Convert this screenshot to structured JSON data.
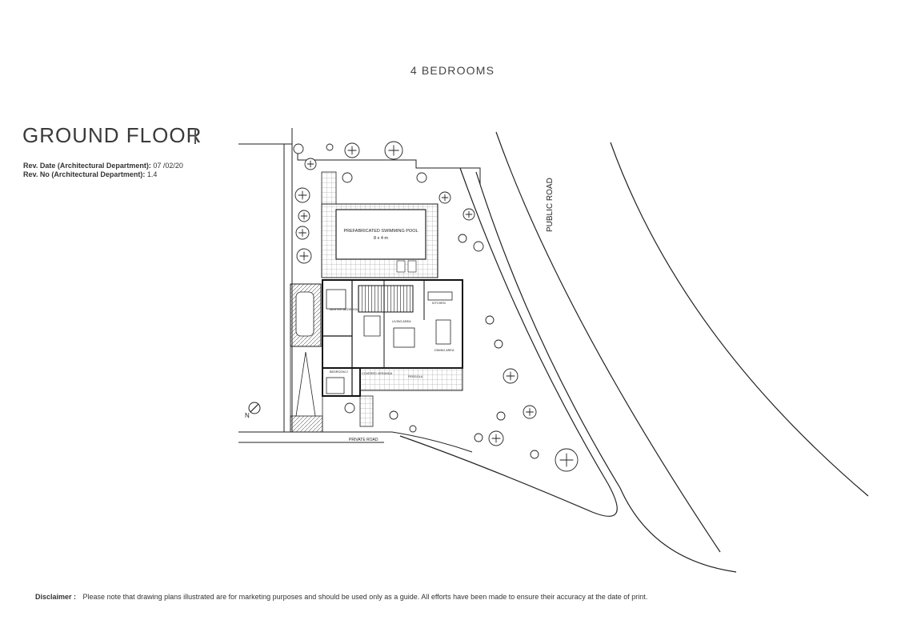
{
  "header": {
    "subtitle": "4 BEDROOMS",
    "title": "GROUND FLOOR"
  },
  "revision": {
    "date_label": "Rev. Date (Architectural Department):",
    "date_value": "07 /02/20",
    "no_label": "Rev. No (Architectural Department):",
    "no_value": "1.4"
  },
  "plan": {
    "public_road": "PUBLIC ROAD",
    "private_road": "PRIVATE ROAD",
    "pool_title": "PREFABRICATED SWIMMING POOL",
    "pool_size": "8 x 4 m",
    "rooms": {
      "master_bedroom": "MASTER BEDROOM",
      "bedroom_2": "BEDROOM 2",
      "living_area": "LIVING AREA",
      "kitchen": "KITCHEN",
      "dining_area": "DINING AREA",
      "covered_veranda": "COVERED VERANDA",
      "pergola": "PERGOLA"
    },
    "north_label": "N"
  },
  "footer": {
    "disclaimer_label": "Disclaimer :",
    "disclaimer_text": "Please note that drawing plans illustrated are for marketing purposes and should be used only as a guide. All efforts have been made to ensure their accuracy at the date of print."
  }
}
